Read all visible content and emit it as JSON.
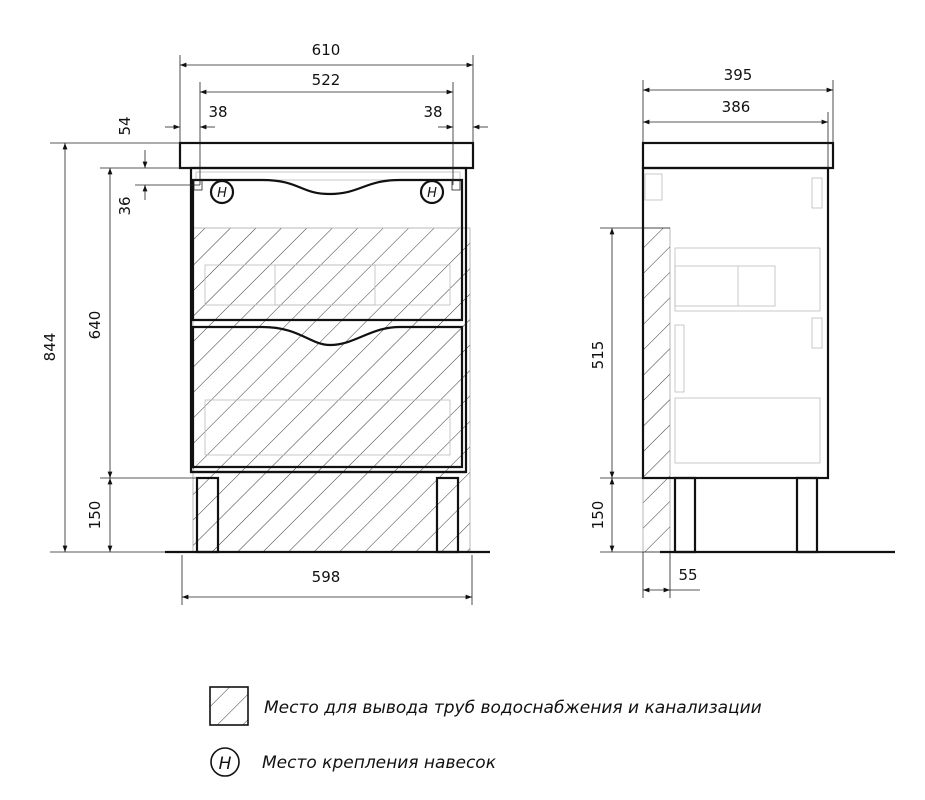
{
  "front_view": {
    "dims": {
      "total_width": "610",
      "inner_width": "522",
      "left_offset": "38",
      "right_offset": "38",
      "top_thickness": "54",
      "hinge_offset": "36",
      "total_height": "844",
      "body_height": "640",
      "leg_height": "150",
      "base_width": "598"
    },
    "hinge_mark": "H"
  },
  "side_view": {
    "dims": {
      "total_depth": "395",
      "body_depth": "386",
      "pipe_zone_height": "515",
      "leg_height": "150",
      "pipe_zone_depth": "55"
    }
  },
  "legend": {
    "hatch_label": "Место для вывода труб водоснабжения и канализации",
    "hinge_symbol": "H",
    "hinge_label": "Место крепления навесок"
  }
}
